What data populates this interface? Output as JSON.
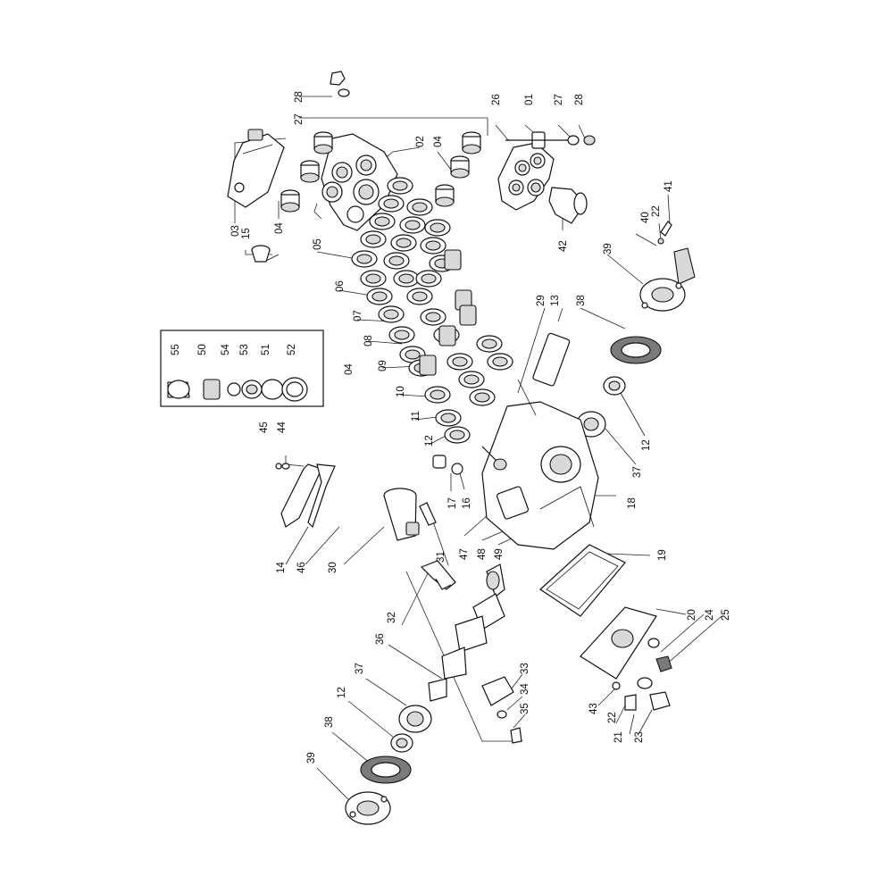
{
  "diagram": {
    "callouts": [
      {
        "id": "c-28a",
        "text": "28"
      },
      {
        "id": "c-27a",
        "text": "27"
      },
      {
        "id": "c-03",
        "text": "03"
      },
      {
        "id": "c-04a",
        "text": "04"
      },
      {
        "id": "c-15",
        "text": "15"
      },
      {
        "id": "c-05",
        "text": "05"
      },
      {
        "id": "c-06",
        "text": "06"
      },
      {
        "id": "c-07",
        "text": "07"
      },
      {
        "id": "c-08",
        "text": "08"
      },
      {
        "id": "c-09",
        "text": "09"
      },
      {
        "id": "c-10",
        "text": "10"
      },
      {
        "id": "c-11",
        "text": "11"
      },
      {
        "id": "c-12a",
        "text": "12"
      },
      {
        "id": "c-02",
        "text": "02"
      },
      {
        "id": "c-04b",
        "text": "04"
      },
      {
        "id": "c-26",
        "text": "26"
      },
      {
        "id": "c-01",
        "text": "01"
      },
      {
        "id": "c-27b",
        "text": "27"
      },
      {
        "id": "c-28b",
        "text": "28"
      },
      {
        "id": "c-42",
        "text": "42"
      },
      {
        "id": "c-41",
        "text": "41"
      },
      {
        "id": "c-22a",
        "text": "22"
      },
      {
        "id": "c-40",
        "text": "40"
      },
      {
        "id": "c-39a",
        "text": "39"
      },
      {
        "id": "c-38a",
        "text": "38"
      },
      {
        "id": "c-29",
        "text": "29"
      },
      {
        "id": "c-13",
        "text": "13"
      },
      {
        "id": "c-12b",
        "text": "12"
      },
      {
        "id": "c-37a",
        "text": "37"
      },
      {
        "id": "c-18",
        "text": "18"
      },
      {
        "id": "c-19",
        "text": "19"
      },
      {
        "id": "c-17",
        "text": "17"
      },
      {
        "id": "c-16",
        "text": "16"
      },
      {
        "id": "c-47",
        "text": "47"
      },
      {
        "id": "c-48",
        "text": "48"
      },
      {
        "id": "c-49",
        "text": "49"
      },
      {
        "id": "c-55",
        "text": "55"
      },
      {
        "id": "c-50",
        "text": "50"
      },
      {
        "id": "c-54",
        "text": "54"
      },
      {
        "id": "c-53",
        "text": "53"
      },
      {
        "id": "c-51",
        "text": "51"
      },
      {
        "id": "c-52",
        "text": "52"
      },
      {
        "id": "c-04c",
        "text": "04"
      },
      {
        "id": "c-45",
        "text": "45"
      },
      {
        "id": "c-44",
        "text": "44"
      },
      {
        "id": "c-14",
        "text": "14"
      },
      {
        "id": "c-46",
        "text": "46"
      },
      {
        "id": "c-30",
        "text": "30"
      },
      {
        "id": "c-31",
        "text": "31"
      },
      {
        "id": "c-32",
        "text": "32"
      },
      {
        "id": "c-36",
        "text": "36"
      },
      {
        "id": "c-37b",
        "text": "37"
      },
      {
        "id": "c-12c",
        "text": "12"
      },
      {
        "id": "c-38b",
        "text": "38"
      },
      {
        "id": "c-39b",
        "text": "39"
      },
      {
        "id": "c-33",
        "text": "33"
      },
      {
        "id": "c-34",
        "text": "34"
      },
      {
        "id": "c-35",
        "text": "35"
      },
      {
        "id": "c-20",
        "text": "20"
      },
      {
        "id": "c-24",
        "text": "24"
      },
      {
        "id": "c-25",
        "text": "25"
      },
      {
        "id": "c-43",
        "text": "43"
      },
      {
        "id": "c-22b",
        "text": "22"
      },
      {
        "id": "c-21",
        "text": "21"
      },
      {
        "id": "c-23",
        "text": "23"
      }
    ]
  }
}
